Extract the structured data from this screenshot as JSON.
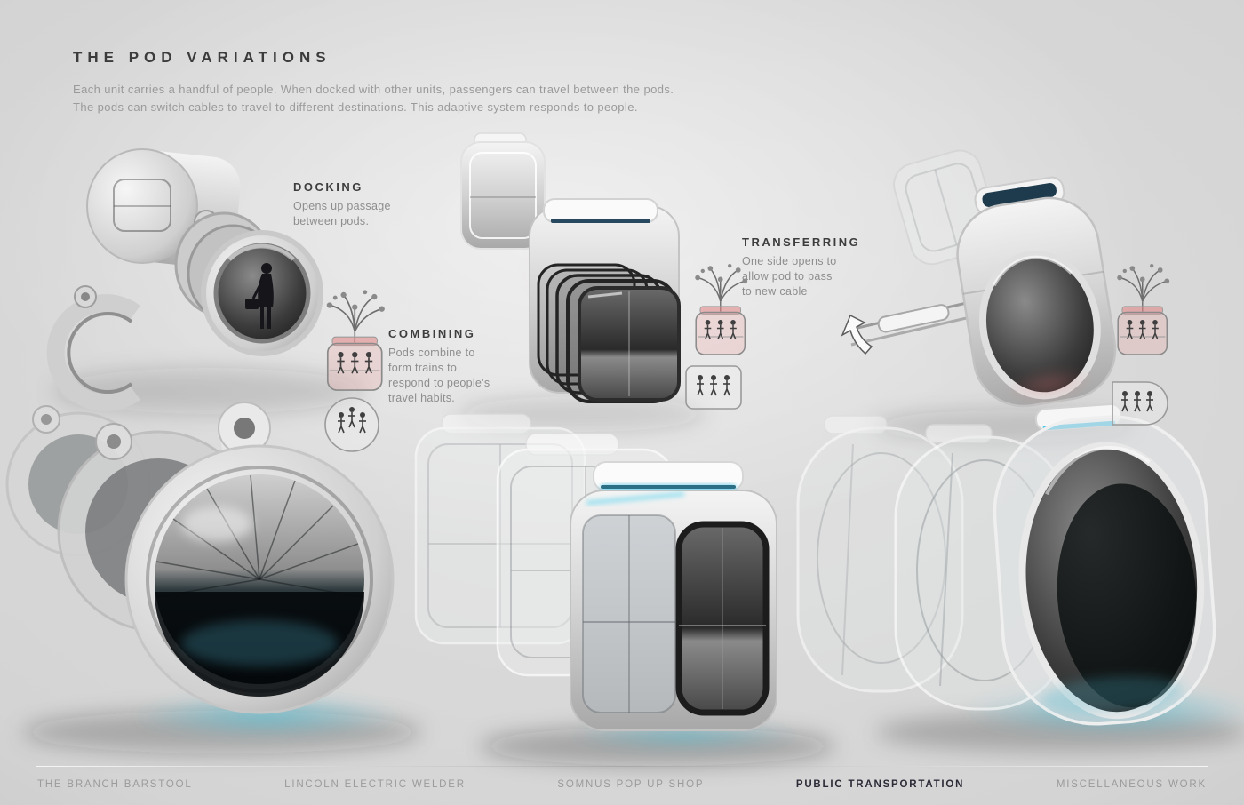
{
  "page": {
    "title": "THE POD VARIATIONS",
    "subtitle": "Each unit carries a handful of people. When docked with other units, passengers can travel between the pods.\nThe pods can switch cables to travel to different destinations. This adaptive system responds to people."
  },
  "annotations": {
    "docking": {
      "heading": "DOCKING",
      "body": "Opens up passage\nbetween pods."
    },
    "combining": {
      "heading": "COMBINING",
      "body": "Pods combine to\nform trains to\nrespond to people's\ntravel habits."
    },
    "transferring": {
      "heading": "TRANSFERRING",
      "body": "One side opens to\nallow pod to pass\nto new cable"
    }
  },
  "footer": {
    "items": [
      {
        "label": "THE BRANCH BARSTOOL",
        "active": false
      },
      {
        "label": "LINCOLN ELECTRIC WELDER",
        "active": false
      },
      {
        "label": "SOMNUS POP UP SHOP",
        "active": false
      },
      {
        "label": "PUBLIC TRANSPORTATION",
        "active": true
      },
      {
        "label": "MISCELLANEOUS WORK",
        "active": false
      }
    ]
  },
  "colors": {
    "background": "#d6d6d6",
    "text_dark": "#3b3b3b",
    "text_gray": "#9a9a9a",
    "footer_active": "#2c2c38",
    "accent_cyan": "#53c6e6",
    "accent_red_glow": "#eb7878",
    "roof_glass_blue": "#1e3a4d"
  }
}
